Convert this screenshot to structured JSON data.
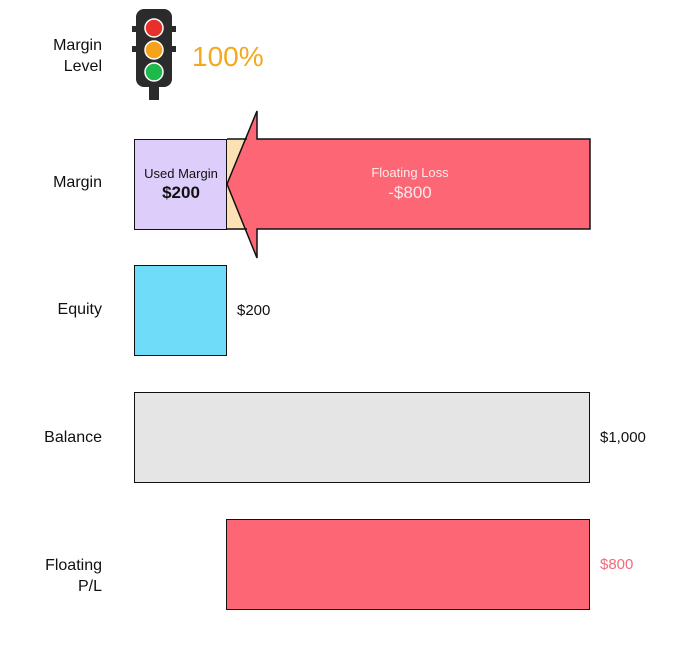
{
  "margin_level": {
    "label": "Margin\nLevel",
    "value": "100%",
    "icon": "traffic-light-icon",
    "color": "#f4a91d"
  },
  "margin": {
    "label": "Margin",
    "used_margin_title": "Used Margin",
    "used_margin_value": "$200",
    "floating_loss_title": "Floating Loss",
    "floating_loss_value": "-$800",
    "used_margin_color": "#dccdfb",
    "floating_loss_color": "#fd6674"
  },
  "equity": {
    "label": "Equity",
    "value": "$200",
    "amount": 200,
    "color": "#6fdcfa"
  },
  "balance": {
    "label": "Balance",
    "value": "$1,000",
    "amount": 1000,
    "color": "#e5e5e5"
  },
  "floating_pl": {
    "label": "Floating\nP/L",
    "value": "$800",
    "amount": 800,
    "color": "#fd6674",
    "text_color": "#f26b7a"
  }
}
